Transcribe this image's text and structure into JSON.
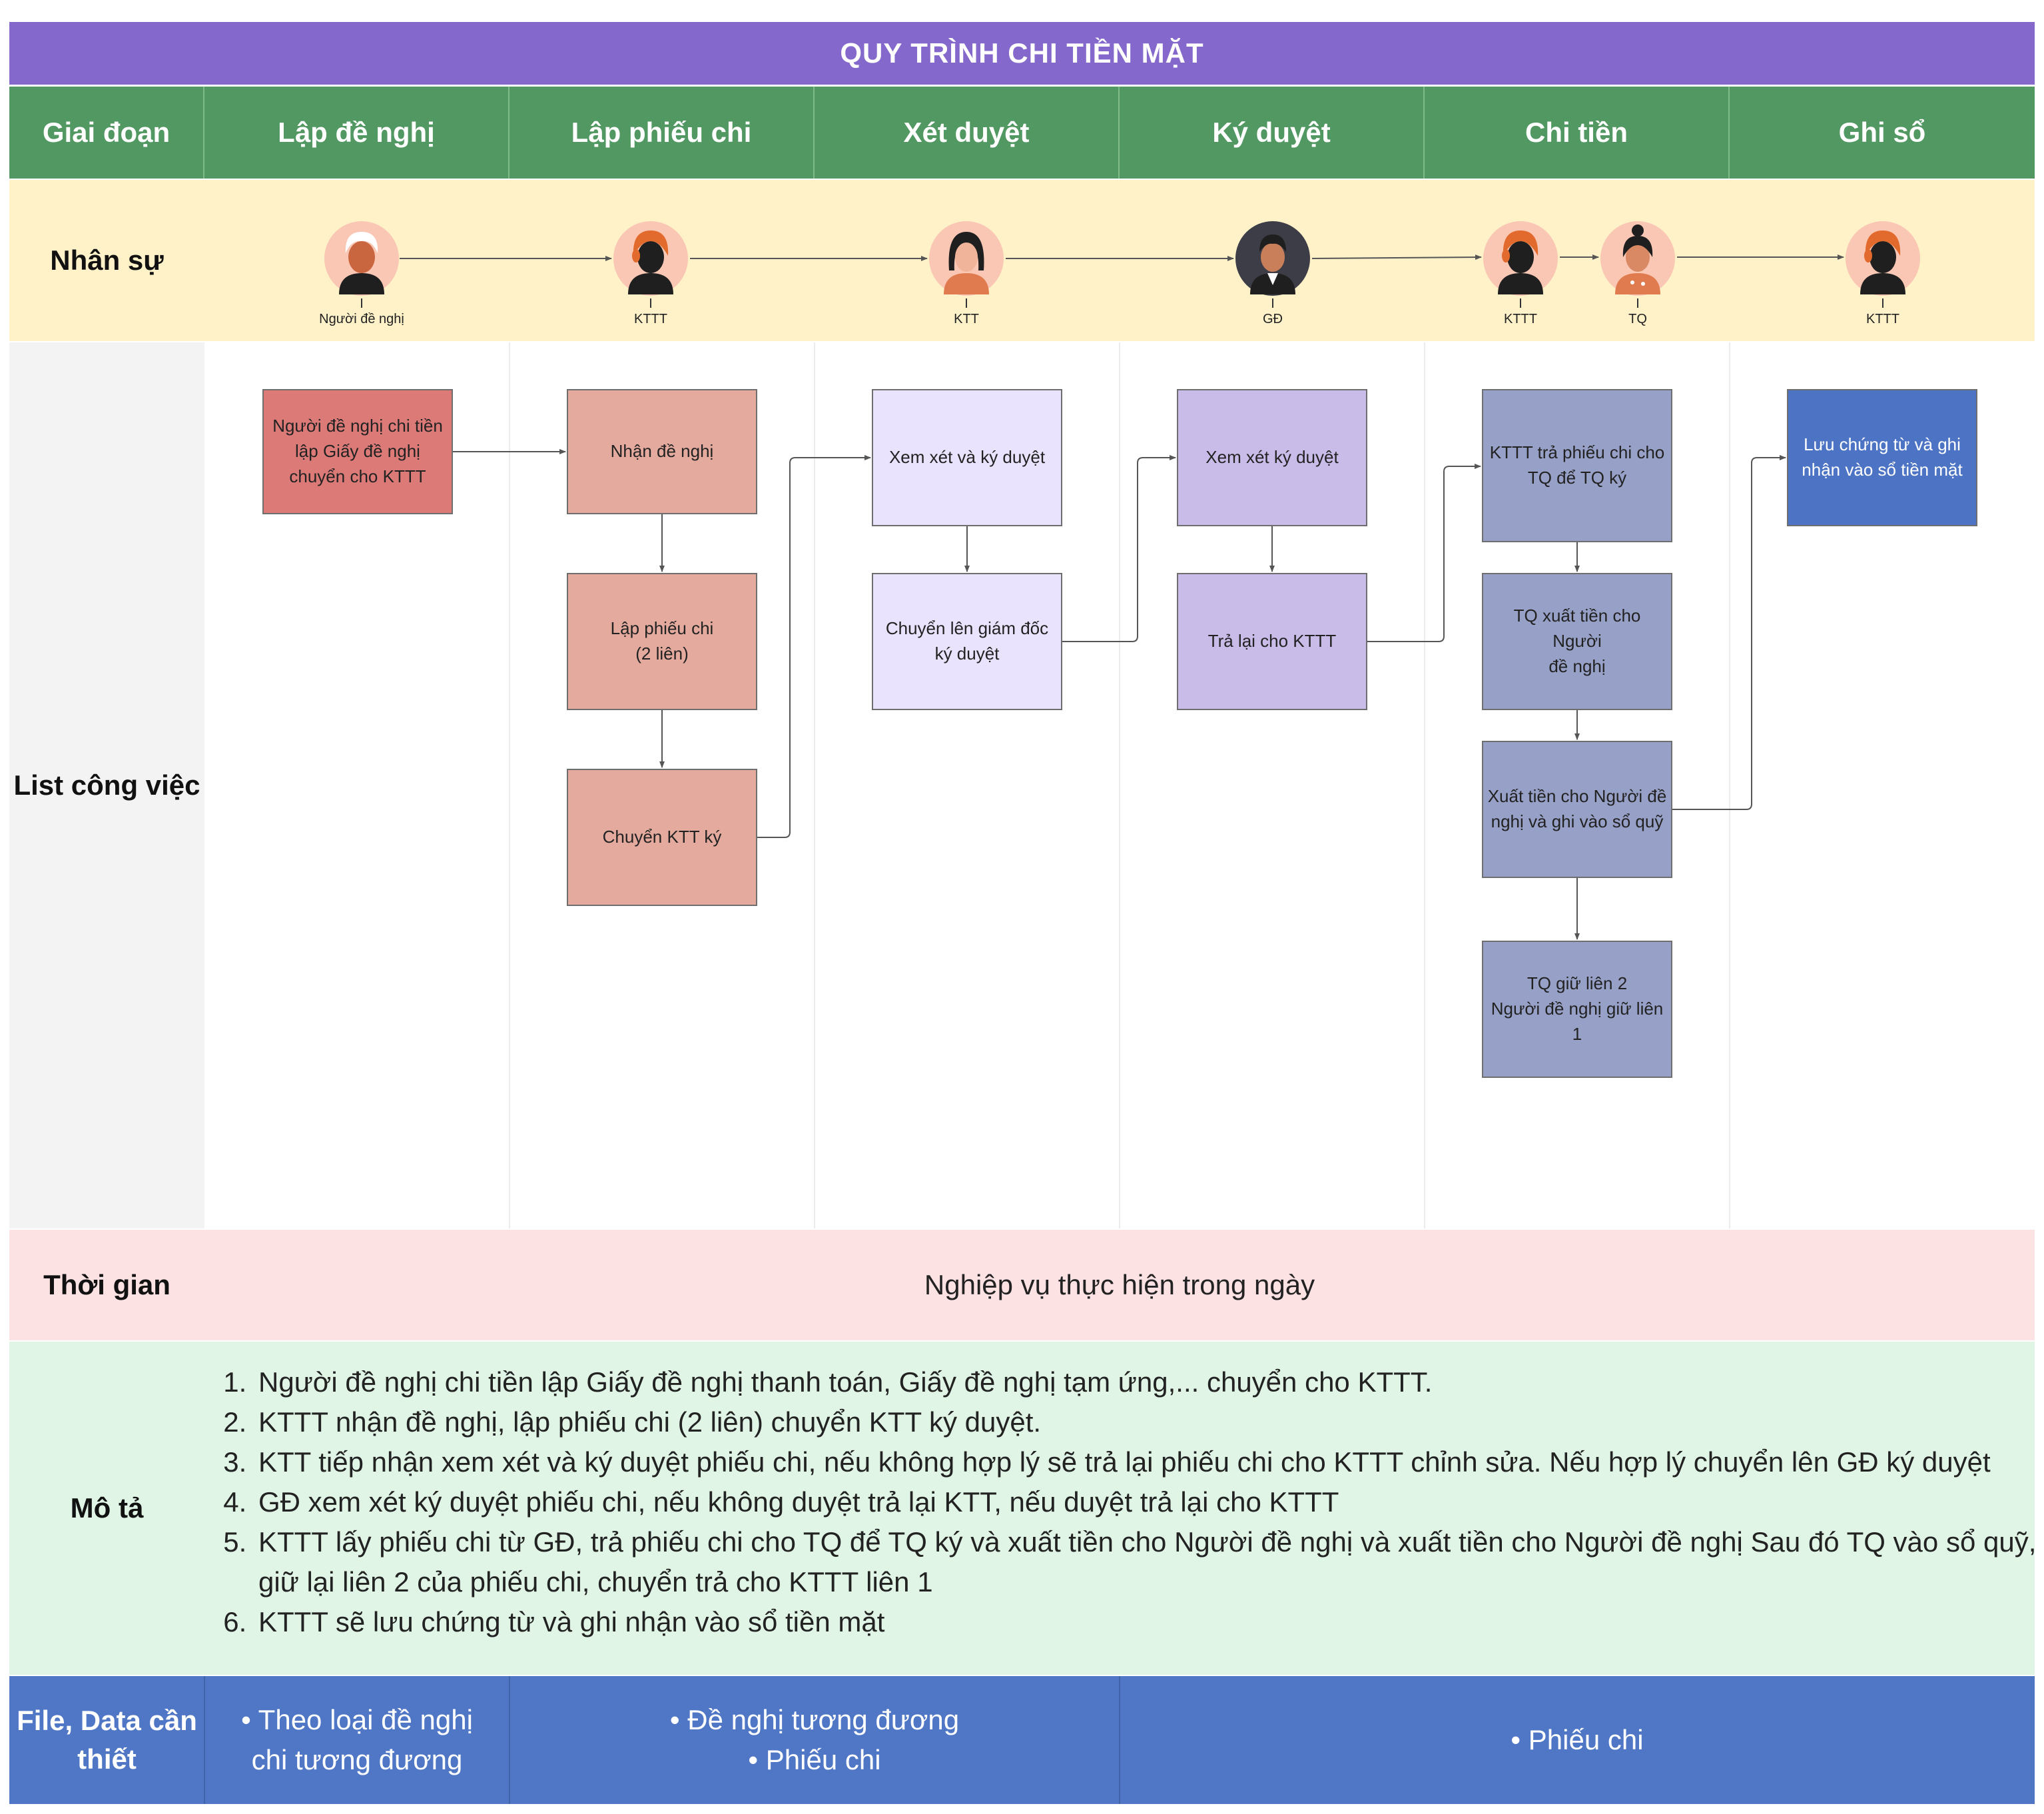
{
  "title": "QUY TRÌNH CHI TIỀN MẶT",
  "header_label": "Giai đoạn",
  "phases": [
    "Lập đề nghị",
    "Lập phiếu chi",
    "Xét duyệt",
    "Ký duyệt",
    "Chi tiền",
    "Ghi sổ"
  ],
  "row_labels": {
    "staff": "Nhân sự",
    "tasks": "List công việc",
    "time": "Thời gian",
    "desc": "Mô tả",
    "files_line1": "File, Data cần",
    "files_line2": "thiết"
  },
  "roles": [
    "Người đề nghị",
    "KTTT",
    "KTT",
    "GĐ",
    "KTTT",
    "TQ",
    "KTTT"
  ],
  "tasks": {
    "t1": [
      "Người đề nghị chi tiền",
      "lập Giấy đề nghị",
      "chuyển cho KTTT"
    ],
    "t2": [
      "Nhận đề nghị"
    ],
    "t3": [
      "Lập phiếu chi",
      "(2 liên)"
    ],
    "t4": [
      "Chuyển KTT ký"
    ],
    "t5": [
      "Xem xét và ký duyệt"
    ],
    "t6": [
      "Chuyển lên giám đốc",
      "ký duyệt"
    ],
    "t7": [
      "Xem xét ký duyệt"
    ],
    "t8": [
      "Trả lại cho KTTT"
    ],
    "t9": [
      "KTTT trả phiếu chi cho",
      "TQ để TQ ký"
    ],
    "t10": [
      "TQ xuất tiền cho Người",
      "đề nghị"
    ],
    "t11": [
      "Xuất tiền cho Người đề",
      "nghị và ghi vào sổ quỹ"
    ],
    "t12": [
      "TQ giữ liên 2",
      "Người đề nghị giữ liên 1"
    ],
    "t13": [
      "Lưu chứng từ và ghi",
      "nhận vào sổ tiền mặt"
    ]
  },
  "time_text": "Nghiệp vụ thực hiện trong ngày",
  "description": [
    "Người đề nghị chi tiền lập Giấy đề nghị thanh toán, Giấy đề nghị tạm ứng,... chuyển cho KTTT.",
    "KTTT nhận đề nghị, lập phiếu chi (2 liên) chuyển KTT ký duyệt.",
    "KTT tiếp nhận xem xét và ký duyệt phiếu chi, nếu không hợp lý sẽ trả lại phiếu chi cho KTTT chỉnh sửa. Nếu hợp lý chuyển lên GĐ ký duyệt",
    "GĐ xem xét ký duyệt phiếu chi, nếu không duyệt trả lại KTT, nếu duyệt trả lại cho KTTT",
    "KTTT lấy phiếu chi từ GĐ, trả phiếu chi cho TQ để TQ ký và xuất tiền cho Người đề nghị và xuất tiền cho Người đề nghị  Sau đó TQ vào sổ quỹ, giữ lại liên 2 của phiếu chi, chuyển trả cho KTTT liên 1",
    "KTTT sẽ lưu chứng từ và ghi nhận vào sổ tiền mặt"
  ],
  "files": {
    "col1_line1": "•  Theo loại đề nghị",
    "col1_line2": "chi tương đương",
    "col2_line1": "•  Đề nghị tương đương",
    "col2_line2": "•  Phiếu chi",
    "col3_line1": "•  Phiếu chi"
  },
  "colors": {
    "title": "#8468cc",
    "phase_header": "#529862",
    "staff_band": "#fff2c8",
    "time_band": "#fde2e4",
    "desc_band": "#e0f5e6",
    "file_band": "#5077c6",
    "task_red": "#dc7a78",
    "task_salmon": "#e4aa9e",
    "task_lavender_light": "#e9e3fd",
    "task_lavender": "#c9bce8",
    "task_slate": "#97a0c7",
    "task_blue": "#4d74c4"
  }
}
